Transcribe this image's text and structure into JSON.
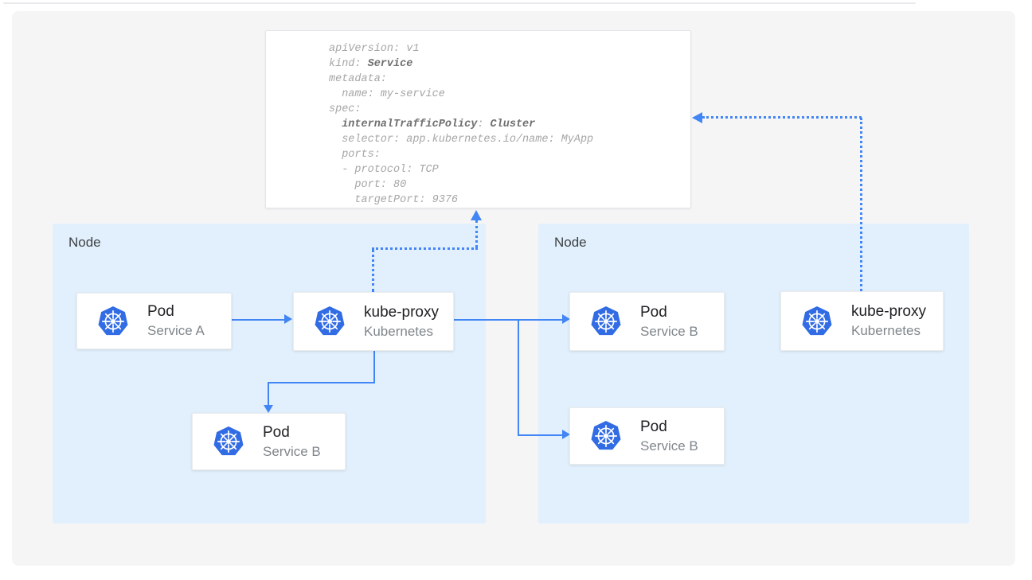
{
  "colors": {
    "accent_blue": "#4285f4",
    "kubernetes_blue": "#326ce5",
    "node_background": "#e2f0fd",
    "panel_background": "#f5f5f6",
    "card_title_color": "#202124",
    "card_subtitle_color": "#80868b",
    "node_label_color": "#3c4043",
    "code_color": "#a6a6a6",
    "code_bold_color": "#6f6f6f"
  },
  "yaml_card": {
    "lines": [
      [
        {
          "t": "apiVersion: v1",
          "b": false
        }
      ],
      [
        {
          "t": "kind: ",
          "b": false
        },
        {
          "t": "Service",
          "b": true
        }
      ],
      [
        {
          "t": "metadata:",
          "b": false
        }
      ],
      [
        {
          "t": "  name: my-service",
          "b": false
        }
      ],
      [
        {
          "t": "spec:",
          "b": false
        }
      ],
      [
        {
          "t": "  ",
          "b": false
        },
        {
          "t": "internalTrafficPolicy",
          "b": true
        },
        {
          "t": ": ",
          "b": false
        },
        {
          "t": "Cluster",
          "b": true
        }
      ],
      [
        {
          "t": "  selector: app.kubernetes.io/name: MyApp",
          "b": false
        }
      ],
      [
        {
          "t": "  ports:",
          "b": false
        }
      ],
      [
        {
          "t": "  - protocol: TCP",
          "b": false
        }
      ],
      [
        {
          "t": "    port: 80",
          "b": false
        }
      ],
      [
        {
          "t": "    targetPort: 9376",
          "b": false
        }
      ]
    ]
  },
  "nodes": [
    {
      "label": "Node"
    },
    {
      "label": "Node"
    }
  ],
  "cards": [
    {
      "icon": "kubernetes-icon",
      "title": "Pod",
      "subtitle": "Service A"
    },
    {
      "icon": "kubernetes-icon",
      "title": "kube-proxy",
      "subtitle": "Kubernetes"
    },
    {
      "icon": "kubernetes-icon",
      "title": "Pod",
      "subtitle": "Service B"
    },
    {
      "icon": "kubernetes-icon",
      "title": "Pod",
      "subtitle": "Service B"
    },
    {
      "icon": "kubernetes-icon",
      "title": "Pod",
      "subtitle": "Service B"
    },
    {
      "icon": "kubernetes-icon",
      "title": "kube-proxy",
      "subtitle": "Kubernetes"
    }
  ]
}
